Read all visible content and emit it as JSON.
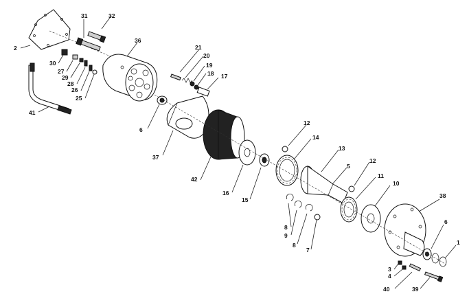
{
  "callouts": {
    "p1": "1",
    "p2": "2",
    "p3": "3",
    "p4": "4",
    "p5": "5",
    "p6a": "6",
    "p6b": "6",
    "p7": "7",
    "p8a": "8",
    "p8b": "8",
    "p9": "9",
    "p10": "10",
    "p11": "11",
    "p12a": "12",
    "p12b": "12",
    "p13": "13",
    "p14": "14",
    "p15": "15",
    "p16": "16",
    "p17": "17",
    "p18": "18",
    "p19": "19",
    "p20": "20",
    "p21": "21",
    "p25": "25",
    "p26": "26",
    "p27": "27",
    "p28": "28",
    "p29": "29",
    "p30": "30",
    "p31": "31",
    "p32": "32",
    "p36": "36",
    "p37": "37",
    "p38": "38",
    "p39": "39",
    "p40": "40",
    "p41": "41",
    "p42": "42"
  }
}
